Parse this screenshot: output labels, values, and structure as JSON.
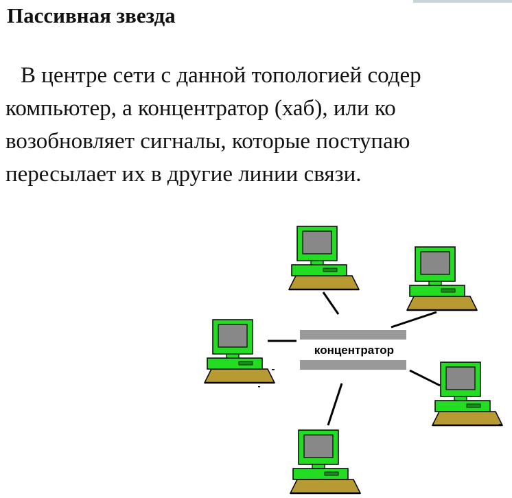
{
  "slide": {
    "title": "Пассивная звезда",
    "paragraph_lines": [
      "В центре сети с данной топологией содер",
      "компьютер, а концентратор (хаб), или ко",
      "возобновляет сигналы, которые поступаю",
      "пересылает их в другие линии связи."
    ]
  },
  "diagram": {
    "hub_label": "концентратор",
    "computer_names": [
      "top",
      "top-right",
      "left",
      "right",
      "bottom"
    ],
    "colors": {
      "monitor_frame": "#22dd22",
      "monitor_screen": "#888888",
      "keyboard": "#b79a32",
      "hub_bar": "#999999",
      "cable": "#000000",
      "outline": "#000000"
    }
  }
}
